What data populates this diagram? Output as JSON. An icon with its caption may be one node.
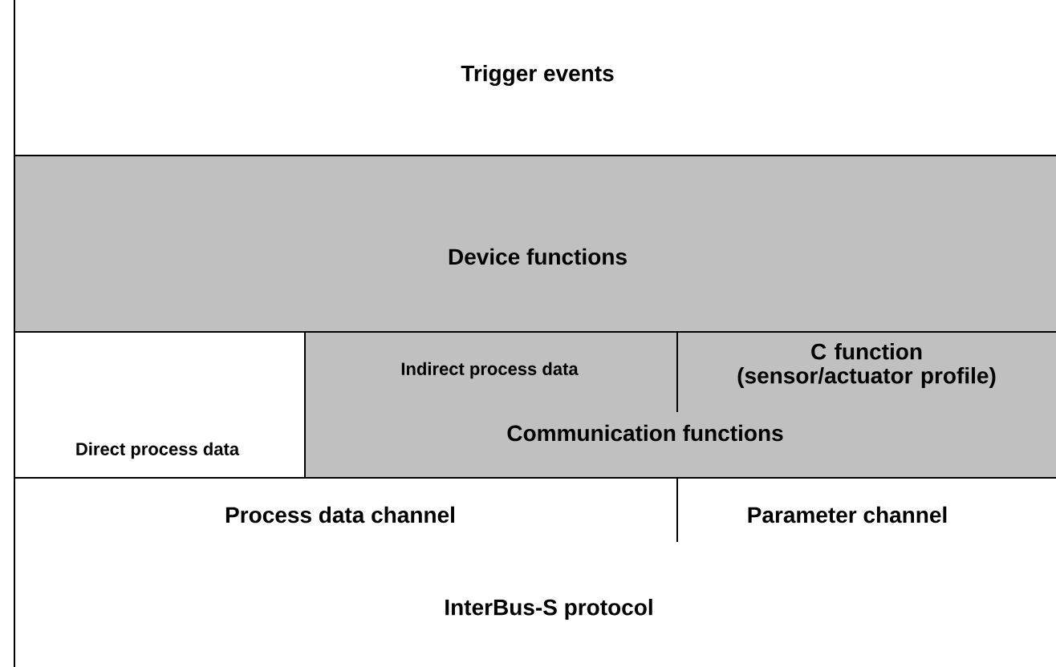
{
  "diagram": {
    "nodes": [
      {
        "text": [
          "Trigger events"
        ]
      },
      {
        "text": [
          "Device functions"
        ]
      },
      {
        "text": [
          "Direct process data"
        ]
      },
      {
        "text": [
          "Communication functions"
        ]
      },
      {
        "text": [
          "Indirect process data"
        ],
        "in": 3
      },
      {
        "text": [
          "C function (sensor/actuator profile)"
        ],
        "in": 3
      },
      {
        "text": [
          "Process data channel"
        ]
      },
      {
        "text": [
          "Parameter channel"
        ]
      },
      {
        "text": [
          "InterBus-S protocol"
        ]
      }
    ]
  }
}
